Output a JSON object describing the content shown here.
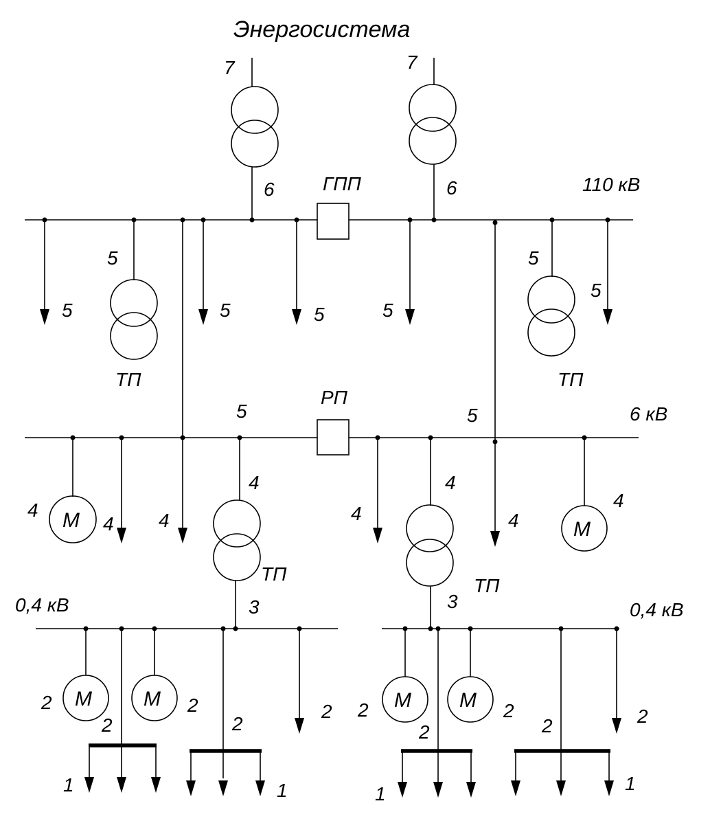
{
  "title": "Энергосистема",
  "buses": {
    "b110": "110 кВ",
    "b6": "6 кВ",
    "b04_left": "0,4 кВ",
    "b04_right": "0,4 кВ"
  },
  "substations": {
    "gpp": "ГПП",
    "rp": "РП",
    "tp": "ТП"
  },
  "motor_symbol": "М",
  "level_numbers": {
    "n1": "1",
    "n2": "2",
    "n3": "3",
    "n4": "4",
    "n5": "5",
    "n6": "6",
    "n7": "7"
  }
}
